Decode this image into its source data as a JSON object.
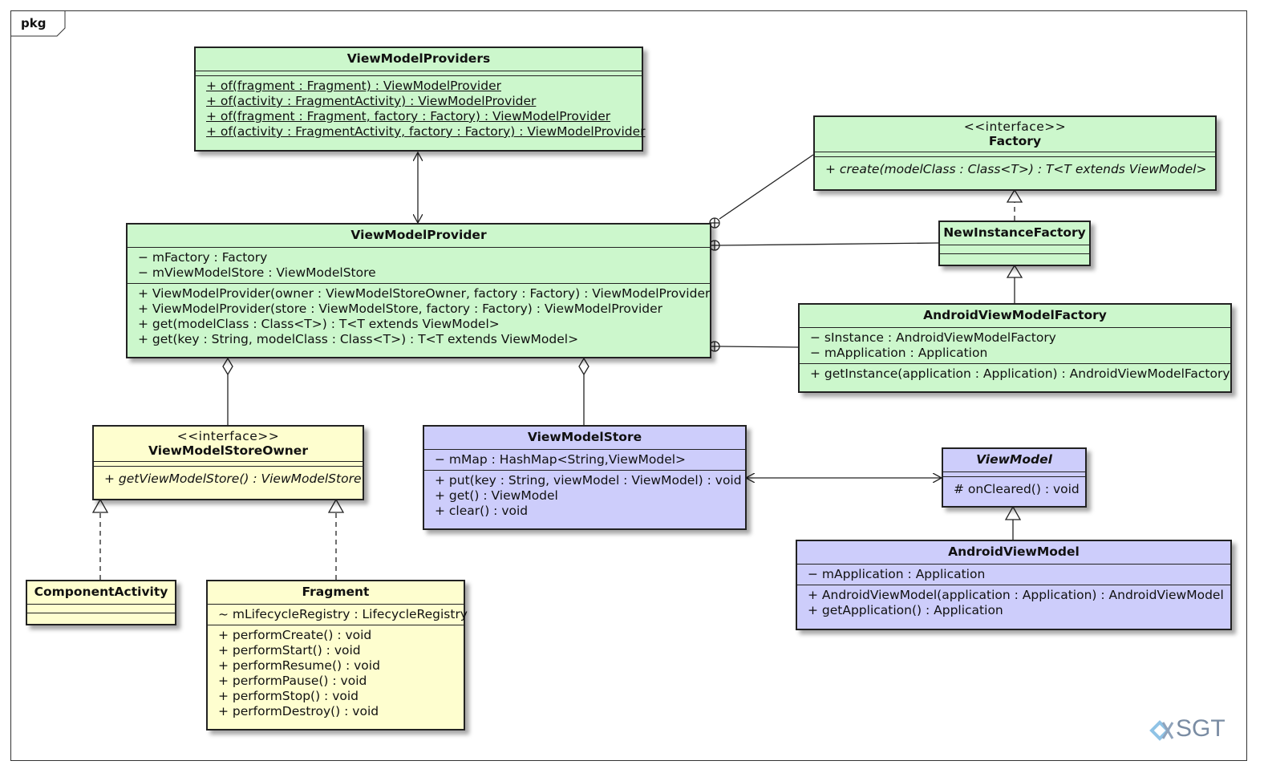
{
  "package": {
    "label": "pkg"
  },
  "classes": {
    "view_model_providers": {
      "name": "ViewModelProviders",
      "operations": [
        "+ of(fragment : Fragment) : ViewModelProvider",
        "+ of(activity : FragmentActivity) : ViewModelProvider",
        "+ of(fragment : Fragment, factory : Factory) : ViewModelProvider",
        "+ of(activity : FragmentActivity, factory : Factory) : ViewModelProvider"
      ]
    },
    "factory": {
      "stereotype": "<<interface>>",
      "name": "Factory",
      "operations": [
        "+ create(modelClass : Class<T>) : T<T extends ViewModel>"
      ]
    },
    "view_model_provider": {
      "name": "ViewModelProvider",
      "attributes": [
        "− mFactory : Factory",
        "− mViewModelStore : ViewModelStore"
      ],
      "operations": [
        "+ ViewModelProvider(owner : ViewModelStoreOwner, factory : Factory) : ViewModelProvider",
        "+ ViewModelProvider(store : ViewModelStore, factory : Factory) : ViewModelProvider",
        "+ get(modelClass : Class<T>) : T<T extends ViewModel>",
        "+ get(key : String, modelClass : Class<T>) : T<T extends ViewModel>"
      ]
    },
    "new_instance_factory": {
      "name": "NewInstanceFactory"
    },
    "android_view_model_factory": {
      "name": "AndroidViewModelFactory",
      "attributes": [
        "− sInstance : AndroidViewModelFactory",
        "− mApplication : Application"
      ],
      "operations": [
        "+ getInstance(application : Application) : AndroidViewModelFactory"
      ]
    },
    "view_model_store_owner": {
      "stereotype": "<<interface>>",
      "name": "ViewModelStoreOwner",
      "operations": [
        "+ getViewModelStore() : ViewModelStore"
      ]
    },
    "view_model_store": {
      "name": "ViewModelStore",
      "attributes": [
        "− mMap : HashMap<String,ViewModel>"
      ],
      "operations": [
        "+ put(key : String, viewModel : ViewModel) : void",
        "+ get() : ViewModel",
        "+ clear() : void"
      ]
    },
    "view_model": {
      "name": "ViewModel",
      "operations": [
        "# onCleared() : void"
      ]
    },
    "component_activity": {
      "name": "ComponentActivity"
    },
    "fragment": {
      "name": "Fragment",
      "attributes": [
        "~ mLifecycleRegistry : LifecycleRegistry"
      ],
      "operations": [
        "+ performCreate() : void",
        "+ performStart() : void",
        "+ performResume() : void",
        "+ performPause() : void",
        "+ performStop() : void",
        "+ performDestroy() : void"
      ]
    },
    "android_view_model": {
      "name": "AndroidViewModel",
      "attributes": [
        "− mApplication : Application"
      ],
      "operations": [
        "+ AndroidViewModel(application : Application) : AndroidViewModel",
        "+ getApplication() : Application"
      ]
    }
  },
  "colors": {
    "green": "#ccf7cc",
    "yellow": "#fefecf",
    "purple": "#cdcdfb",
    "line": "#222222"
  },
  "logo": {
    "text": "SGT"
  }
}
